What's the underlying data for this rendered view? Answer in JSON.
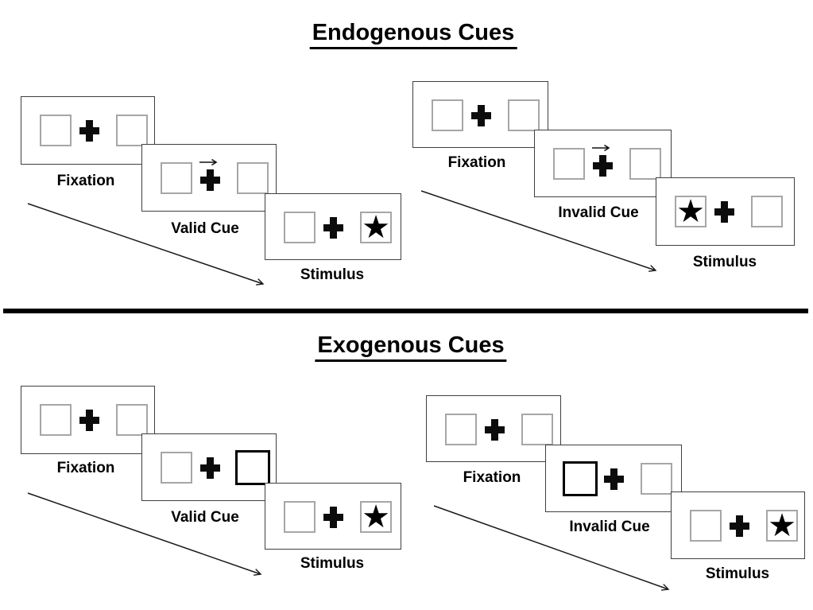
{
  "icons": {
    "target_star": "★",
    "fixation_cross": "plus-cross",
    "cue_arrow": "right-arrow"
  },
  "divider": {
    "color": "#000000"
  },
  "box_border_colors": {
    "normal": "#a6a6a6",
    "highlighted": "#000000",
    "panel": "#3f3f3f"
  },
  "sections": {
    "endogenous": {
      "title": "Endogenous Cues",
      "groups": {
        "valid": {
          "fixation_label": "Fixation",
          "cue_label": "Valid Cue",
          "stimulus_label": "Stimulus",
          "cue_type": "central arrow pointing right",
          "stimulus_star_side": "right"
        },
        "invalid": {
          "fixation_label": "Fixation",
          "cue_label": "Invalid Cue",
          "stimulus_label": "Stimulus",
          "cue_type": "central arrow pointing right",
          "stimulus_star_side": "left"
        }
      }
    },
    "exogenous": {
      "title": "Exogenous Cues",
      "groups": {
        "valid": {
          "fixation_label": "Fixation",
          "cue_label": "Valid Cue",
          "stimulus_label": "Stimulus",
          "cue_type": "right peripheral box highlighted",
          "stimulus_star_side": "right"
        },
        "invalid": {
          "fixation_label": "Fixation",
          "cue_label": "Invalid Cue",
          "stimulus_label": "Stimulus",
          "cue_type": "left peripheral box highlighted",
          "stimulus_star_side": "right"
        }
      }
    }
  }
}
